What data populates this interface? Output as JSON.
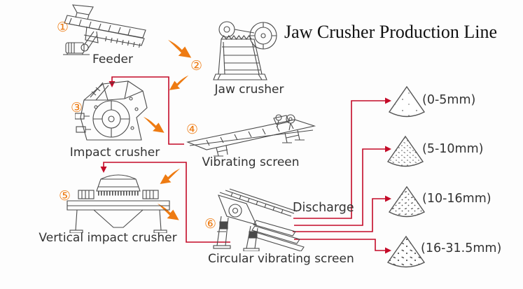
{
  "title": "Jaw Crusher Production Line",
  "colors": {
    "accent_orange": "#ee7b12",
    "connector_red": "#c40b28",
    "drawing_ink": "#4a4a4a",
    "label_gray": "#333333"
  },
  "stations": [
    {
      "num": "①",
      "label": "Feeder"
    },
    {
      "num": "②",
      "label": "Jaw crusher"
    },
    {
      "num": "③",
      "label": "Impact crusher"
    },
    {
      "num": "④",
      "label": "Vibrating screen"
    },
    {
      "num": "⑤",
      "label": "Vertical impact crusher"
    },
    {
      "num": "⑥",
      "label": "Circular vibrating screen"
    }
  ],
  "discharge": {
    "label": "Discharge",
    "sizes": [
      "(0-5mm)",
      "(5-10mm)",
      "(10-16mm)",
      "(16-31.5mm)"
    ]
  }
}
